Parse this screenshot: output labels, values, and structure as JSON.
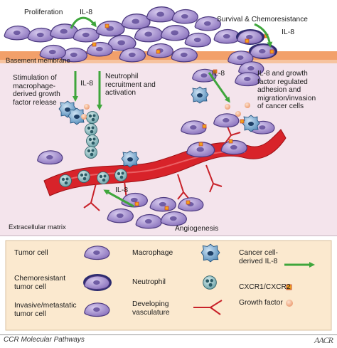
{
  "colors": {
    "tissue_bg": "#f4e4ec",
    "basement_band": "#f2a06a",
    "legend_bg": "#fbe9cf",
    "tumor_cell": "#9a84c8",
    "arrow_green": "#3fa63c",
    "receptor": "#f2a21c",
    "growth_factor": "#f3b99a",
    "vessel": "#d8232a"
  },
  "labels": {
    "proliferation": "Proliferation",
    "il8_top": "IL-8",
    "survival": "Survival & Chemoresistance",
    "il8_right": "IL-8",
    "basement_membrane": "Basement membrane",
    "stimulation": [
      "Stimulation of",
      "macrophage-",
      "derived growth",
      "factor release"
    ],
    "il8_macrophage": "IL-8",
    "neutrophil": [
      "Neutrophil",
      "recruitment and",
      "activation"
    ],
    "il8_invasion": "IL-8",
    "invasion": [
      "IL-8 and growth",
      "factor regulated",
      "adhesion and",
      "migration/invasion",
      "of cancer cells"
    ],
    "il8_vessel": "IL-8",
    "extracellular_matrix": "Extracellular matrix",
    "angiogenesis": "Angiogenesis"
  },
  "legend": {
    "tumor_cell": "Tumor cell",
    "chemoresistant": [
      "Chemoresistant",
      "tumor cell"
    ],
    "invasive": [
      "Invasive/metastatic",
      "tumor cell"
    ],
    "macrophage": "Macrophage",
    "neutrophil": "Neutrophil",
    "vasculature": [
      "Developing",
      "vasculature"
    ],
    "cancer_il8": [
      "Cancer cell-",
      "derived IL-8"
    ],
    "receptor": "CXCR1/CXCR2",
    "growth_factor": "Growth factor"
  },
  "footer": {
    "title": "CCR Molecular Pathways",
    "logo": "AACR"
  }
}
